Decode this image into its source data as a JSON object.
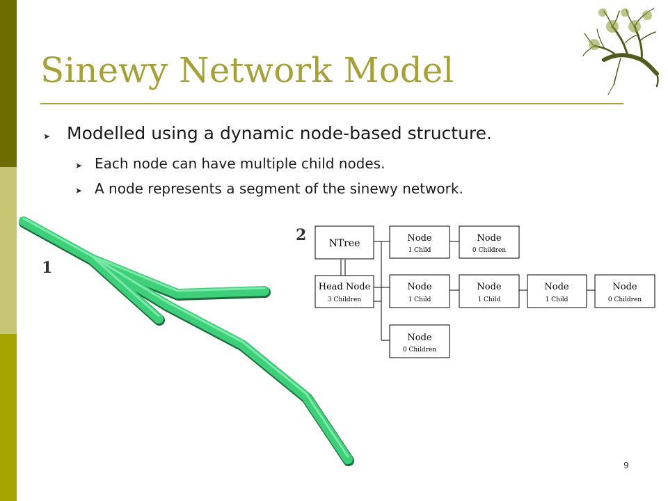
{
  "title": "Sinewy Network Model",
  "bullets": {
    "main": "Modelled using a dynamic node-based structure.",
    "sub1": "Each node can have multiple child nodes.",
    "sub2": "A node represents a segment of the sinewy network."
  },
  "figure_labels": {
    "render": "1",
    "tree": "2"
  },
  "tree": {
    "ntree": "NTree",
    "head": {
      "name": "Head Node",
      "sub": "3 Children"
    },
    "row1": [
      {
        "name": "Node",
        "sub": "1 Child"
      },
      {
        "name": "Node",
        "sub": "0 Children"
      }
    ],
    "row2": [
      {
        "name": "Node",
        "sub": "1 Child"
      },
      {
        "name": "Node",
        "sub": "1 Child"
      },
      {
        "name": "Node",
        "sub": "1 Child"
      },
      {
        "name": "Node",
        "sub": "0 Children"
      }
    ],
    "row3": [
      {
        "name": "Node",
        "sub": "0 Children"
      }
    ]
  },
  "page_number": "9",
  "colors": {
    "title": "#a5a03a",
    "sidebar_dark": "#6b6b00",
    "sidebar_light": "#c6c675",
    "sidebar_mid": "#a5a500",
    "sinew": "#3ecf7a"
  }
}
